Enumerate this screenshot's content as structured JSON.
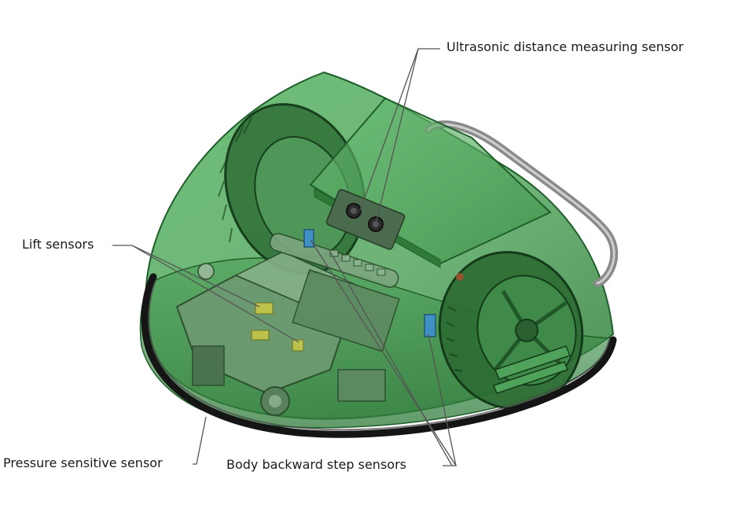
{
  "diagram": {
    "labels": {
      "ultrasonic": "Ultrasonic distance measuring sensor",
      "lift": "Lift sensors",
      "pressure": "Pressure sensitive sensor",
      "backward_step": "Body backward step sensors"
    },
    "colors": {
      "shell": "#3e9a4a",
      "shell_dark": "#1f5f2a",
      "bumper": "#151515",
      "wheel": "#2f6e36",
      "handle": "#8a8a8a",
      "leader_line": "#555555",
      "sensor_blue": "#3f8fd2"
    }
  }
}
